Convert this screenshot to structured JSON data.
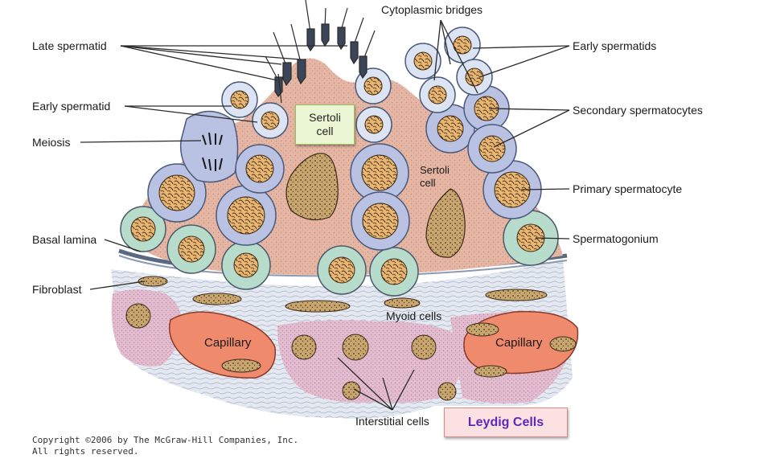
{
  "labels": {
    "cytoplasmic_bridges": "Cytoplasmic bridges",
    "late_spermatid": "Late spermatid",
    "early_spermatid": "Early spermatid",
    "meiosis": "Meiosis",
    "basal_lamina": "Basal lamina",
    "fibroblast": "Fibroblast",
    "early_spermatids": "Early spermatids",
    "secondary_spermatocytes": "Secondary spermatocytes",
    "primary_spermatocyte": "Primary spermatocyte",
    "spermatogonium": "Spermatogonium",
    "myoid_cells": "Myoid cells",
    "interstitial_cells": "Interstitial cells",
    "sertoli_inner_line1": "Sertoli",
    "sertoli_inner_line2": "cell",
    "capillary_left": "Capillary",
    "capillary_right": "Capillary"
  },
  "callouts": {
    "sertoli_line1": "Sertoli",
    "sertoli_line2": "cell",
    "leydig": "Leydig Cells"
  },
  "copyright": {
    "line1": "Copyright ©2006 by The McGraw-Hill Companies, Inc.",
    "line2": "All rights reserved."
  },
  "colors": {
    "sertoli_cytoplasm": "#e6b6a4",
    "germ_cell": "#b9c2e3",
    "spermatid": "#dce4f3",
    "spermatogonium": "#b8dccc",
    "nucleus": "#e8b670",
    "capillary": "#f08a6c",
    "interstitial": "#e3bcd0",
    "basal_lamina": "#5a6a82",
    "sertoli_callout_bg": "#ebf6d4",
    "leydig_callout_bg": "#fbe1e1",
    "leydig_callout_text": "#5a2bb8"
  }
}
